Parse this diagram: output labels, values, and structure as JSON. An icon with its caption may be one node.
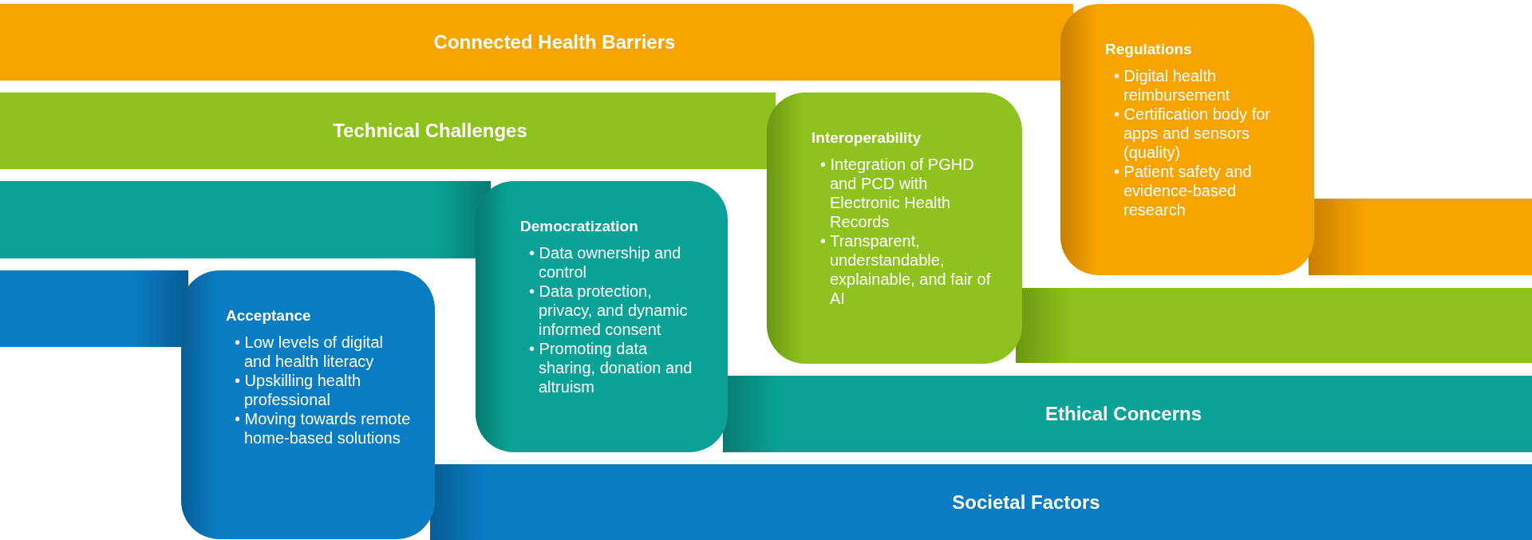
{
  "diagram": {
    "nodes": [
      {
        "text": [
          "Connected Health Barriers"
        ]
      },
      {
        "text": [
          "Regulations",
          "• Digital health reimbursement",
          "• Certification body for apps and sensors (quality)",
          "• Patient safety and evidence-based research"
        ]
      },
      {
        "text": [
          "Technical Challenges"
        ]
      },
      {
        "text": [
          "Interoperability",
          "• Integration of PGHD and PCD with Electronic Health Records",
          "• Transparent, understandable, explainable, and fair of AI"
        ]
      },
      {
        "text": [],
        "shape": "bar"
      },
      {
        "text": [
          "Democratization",
          "• Data ownership and control",
          "• Data protection, privacy, and dynamic informed consent",
          "• Promoting data sharing, donation and altruism"
        ]
      },
      {
        "text": [],
        "shape": "bar"
      },
      {
        "text": [],
        "shape": "bar"
      },
      {
        "text": [
          "Acceptance",
          "• Low levels of digital and health literacy",
          "• Upskilling health professional",
          "• Moving towards remote home-based solutions"
        ]
      },
      {
        "text": [],
        "shape": "bar"
      },
      {
        "text": [
          "Ethical Concerns"
        ]
      },
      {
        "text": [
          "Societal Factors"
        ]
      }
    ]
  }
}
